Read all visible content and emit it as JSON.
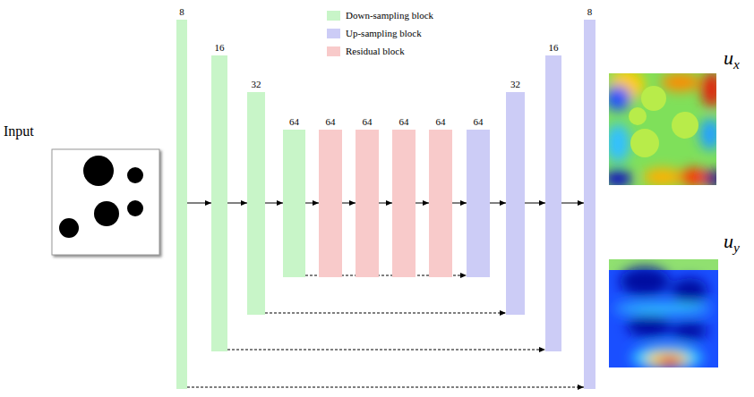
{
  "diagram": {
    "nodes": [
      {
        "text": [
          "8"
        ]
      },
      {
        "text": [
          "16"
        ]
      },
      {
        "text": [
          "32"
        ]
      },
      {
        "text": [
          "64"
        ]
      },
      {
        "text": [
          "64"
        ]
      },
      {
        "text": [
          "64"
        ]
      },
      {
        "text": [
          "64"
        ]
      },
      {
        "text": [
          "64"
        ]
      },
      {
        "text": [
          "64"
        ]
      },
      {
        "text": [
          "32"
        ]
      },
      {
        "text": [
          "16"
        ]
      },
      {
        "text": [
          "8"
        ]
      }
    ],
    "edges": [
      {
        "from": 0,
        "to": 1,
        "arrow": "to"
      },
      {
        "from": 1,
        "to": 2,
        "arrow": "to"
      },
      {
        "from": 2,
        "to": 3,
        "arrow": "to"
      },
      {
        "from": 3,
        "to": 4,
        "arrow": "to"
      },
      {
        "from": 4,
        "to": 5,
        "arrow": "to"
      },
      {
        "from": 5,
        "to": 6,
        "arrow": "to"
      },
      {
        "from": 6,
        "to": 7,
        "arrow": "to"
      },
      {
        "from": 7,
        "to": 8,
        "arrow": "to"
      },
      {
        "from": 8,
        "to": 9,
        "arrow": "to"
      },
      {
        "from": 9,
        "to": 10,
        "arrow": "to"
      },
      {
        "from": 10,
        "to": 11,
        "arrow": "to"
      },
      {
        "from": 3,
        "to": 8,
        "arrow": "to"
      },
      {
        "from": 2,
        "to": 9,
        "arrow": "to"
      },
      {
        "from": 1,
        "to": 10,
        "arrow": "to"
      },
      {
        "from": 0,
        "to": 11,
        "arrow": "to"
      }
    ],
    "labels": [
      "Input",
      "ux",
      "uy"
    ],
    "legend": [
      {
        "text": "Down-sampling block",
        "color": "#c8f5c8"
      },
      {
        "text": "Up-sampling block",
        "color": "#ccccf6"
      },
      {
        "text": "Residual block",
        "color": "#f8caca"
      }
    ]
  }
}
